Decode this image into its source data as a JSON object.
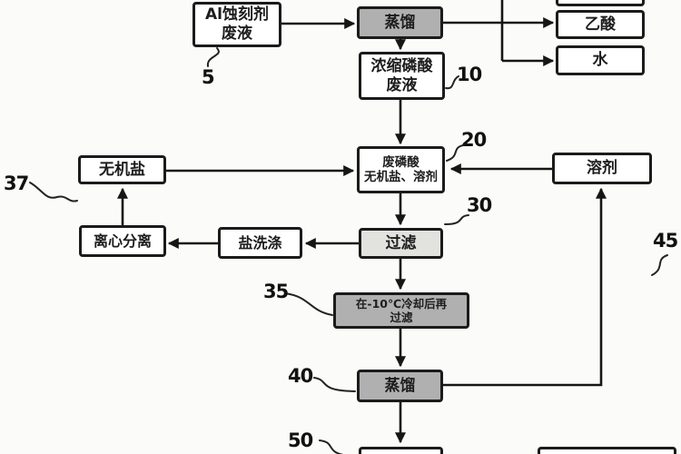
{
  "figure": {
    "nodes": {
      "al_waste": {
        "label": "Al蚀刻剂\n废液"
      },
      "distill_top": {
        "label": "蒸馏"
      },
      "acetic_acid": {
        "label": "乙酸"
      },
      "water": {
        "label": "水"
      },
      "conc_phos": {
        "label": "浓缩磷酸\n废液"
      },
      "mixture": {
        "label": "废磷酸\n无机盐、溶剂"
      },
      "solvent": {
        "label": "溶剂"
      },
      "inorganic_salt": {
        "label": "无机盐"
      },
      "centrifuge": {
        "label": "离心分离"
      },
      "salt_wash": {
        "label": "盐洗涤"
      },
      "filter": {
        "label": "过滤"
      },
      "cool_filter": {
        "label": "在-10℃冷却后再\n过滤"
      },
      "distill_bottom": {
        "label": "蒸馏"
      }
    },
    "ref_labels": {
      "n5": "5",
      "n10": "10",
      "n20": "20",
      "n30": "30",
      "n35": "35",
      "n37": "37",
      "n40": "40",
      "n45": "45",
      "n50": "50"
    },
    "colors": {
      "line": "#161616",
      "box_border": "#1b1b1b",
      "box_fill_white": "#ffffff",
      "box_fill_gray": "#b0b0b0",
      "box_fill_light": "#e2e2df",
      "background": "#fbfbf9"
    }
  }
}
